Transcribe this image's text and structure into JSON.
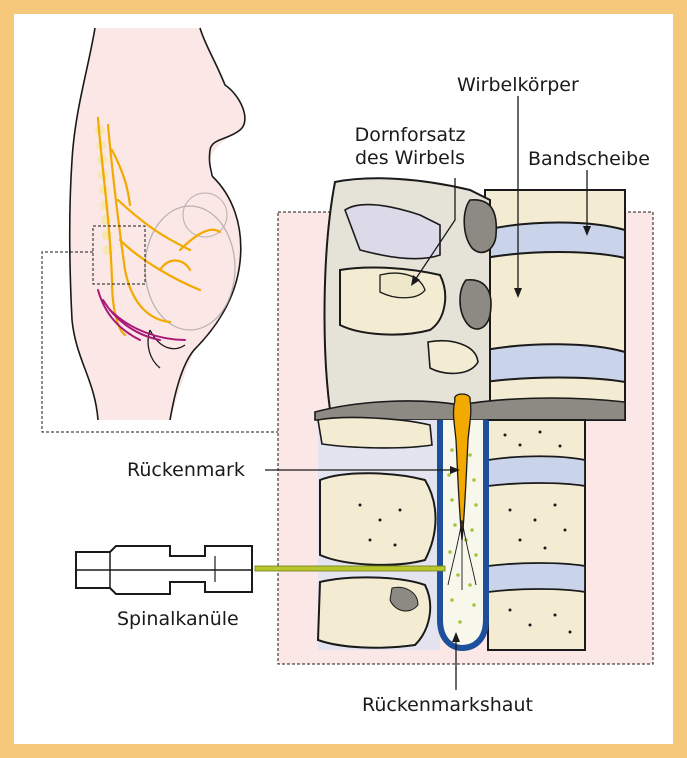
{
  "labels": {
    "wirbelkoerper": "Wirbelkörper",
    "dornfortsatz_line1": "Dornforsatz",
    "dornfortsatz_line2": "des Wirbels",
    "bandscheibe": "Bandscheibe",
    "rueckenmark": "Rückenmark",
    "spinalkanuele": "Spinalkanüle",
    "rueckenmarkshaut": "Rückenmarkshaut"
  },
  "colors": {
    "frame": "#f6c87a",
    "panel": "#ffffff",
    "skin": "#fbe7e5",
    "bone": "#f3ecd3",
    "disc": "#c9d3ea",
    "nerve": "#f2a900",
    "nerve_magenta": "#a8197a",
    "dura": "#1e4f9c",
    "fluid_dots": "#a8c43a",
    "needle": "#b7c62c"
  }
}
